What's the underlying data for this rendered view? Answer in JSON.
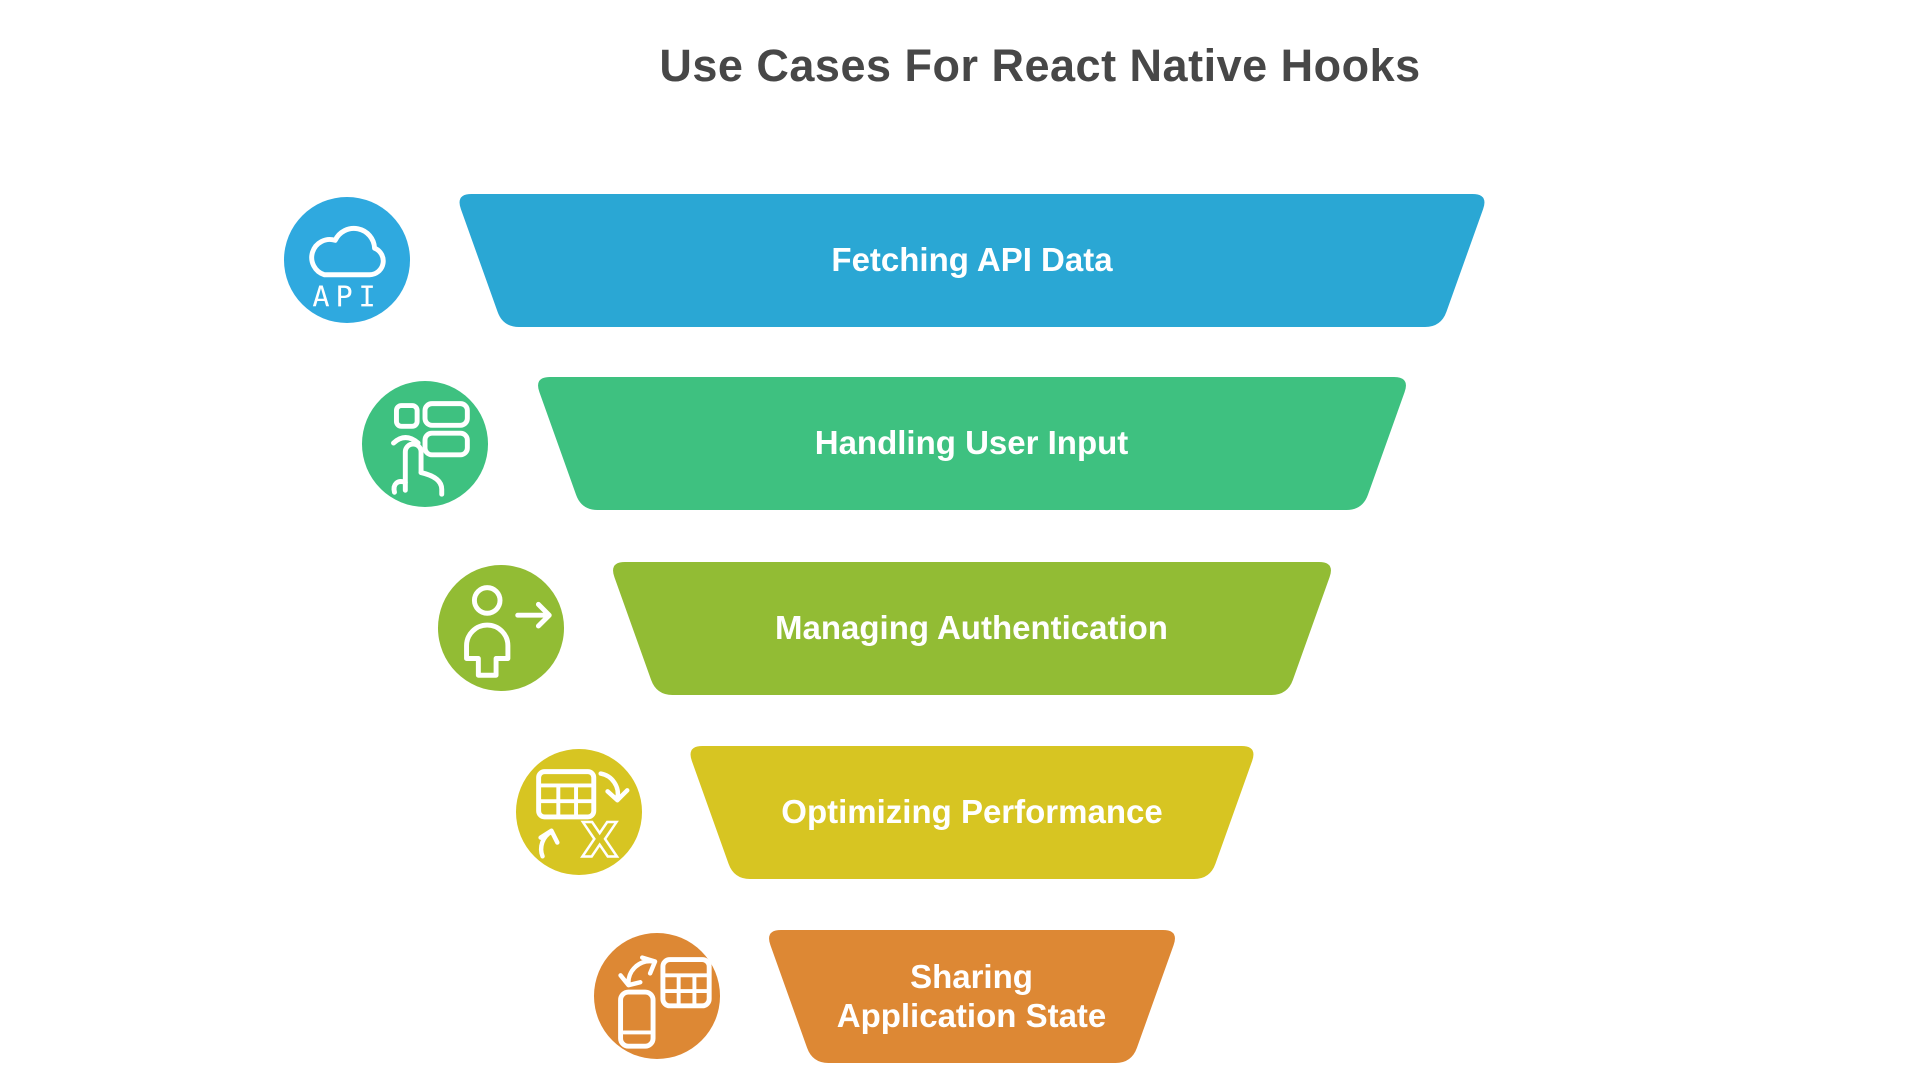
{
  "title": {
    "text": "Use Cases For React Native Hooks",
    "color": "#474747"
  },
  "funnel": {
    "text_color": "#FFFFFF",
    "items": [
      {
        "label": "Fetching API Data",
        "color": "#2AA7D4",
        "icon": "cloud-api-icon",
        "icon_color": "#2FA9DF",
        "icon_text": "API"
      },
      {
        "label": "Handling User Input",
        "color": "#3EC180",
        "icon": "user-input-icon",
        "icon_color": "#3EC180"
      },
      {
        "label": "Managing Authentication",
        "color": "#92BC34",
        "icon": "user-arrow-icon",
        "icon_color": "#92BC34"
      },
      {
        "label": "Optimizing Performance",
        "color": "#D7C522",
        "icon": "table-export-icon",
        "icon_color": "#D7C522",
        "icon_text": "X"
      },
      {
        "label": "Sharing Application State",
        "label_lines": [
          "Sharing",
          "Application State"
        ],
        "color": "#DD8834",
        "icon": "device-sync-icon",
        "icon_color": "#DD8834"
      }
    ]
  }
}
